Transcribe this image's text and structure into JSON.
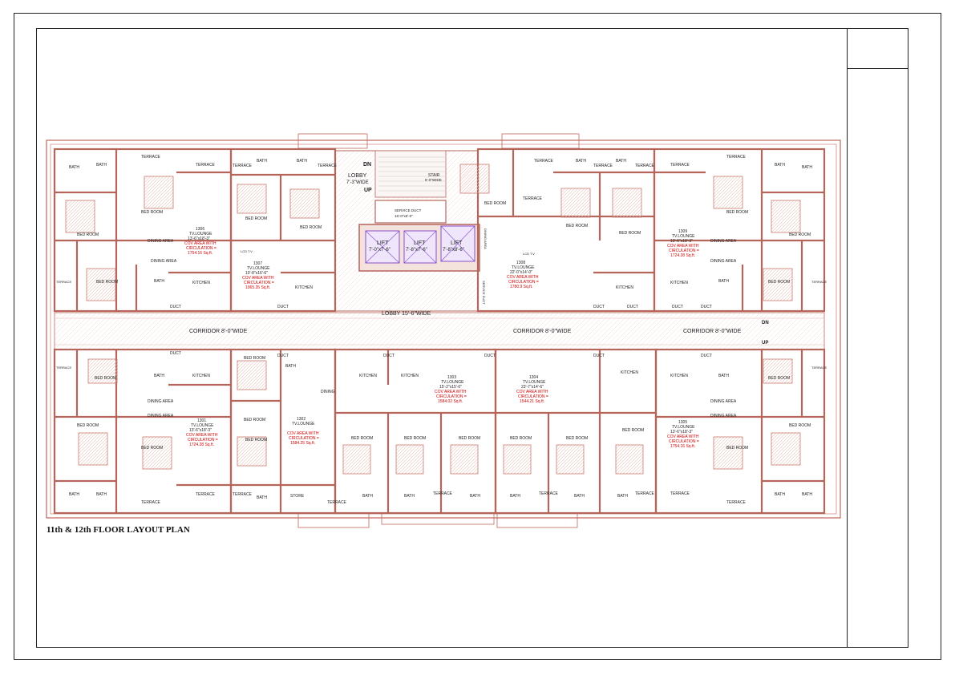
{
  "drawing": {
    "title": "11th & 12th FLOOR LAYOUT PLAN"
  },
  "colors": {
    "wall": "#b5655a",
    "wall_fill": "#d89a8d",
    "furniture": "#c97a6e",
    "red_text": "#d40000",
    "lift_glass": "#8a4fd0",
    "dark_text": "#222222",
    "corridor_line": "#e4b7ad"
  },
  "common": {
    "lobby_top": "LOBBY",
    "lobby_top_width": "7'-3\"WIDE",
    "dn": "DN",
    "up": "UP",
    "stair": "STAIR",
    "stair_size": "5'-0\"WIDE",
    "service_duct": "SERVICE DUCT",
    "service_duct_size": "16'-0\"x5'-0\"",
    "lift_label": "LIFT",
    "lift_1_size": "7'-0\"x7'-6\"",
    "lift_2_size": "7'-8\"x7'-6\"",
    "lift_3_size": "7'-8\"x8'-6\"",
    "lobby_main": "LOBBY 15'-6\"WIDE",
    "corridor_left": "CORRIDOR 8'-0\"WIDE",
    "corridor_mid": "CORRIDOR 8'-0\"WIDE",
    "corridor_right": "CORRIDOR 8'-0\"WIDE",
    "dn_right": "DN",
    "up_right": "UP",
    "dining_area_vertical": "DINING AREA",
    "service_duct_vertical": "SERVICE DUCT"
  },
  "units": [
    {
      "id": "1306",
      "lounge": "TV.LOUNGE",
      "lounge_size": "13'-6\"x18'-3\"",
      "area_title": "COV AREA WITH",
      "area_sub": "CIRCULATION =",
      "area": "1754.16 Sq.ft."
    },
    {
      "id": "1307",
      "lounge": "TV.LOUNGE",
      "lounge_size": "10'-8\"x16'-6\"",
      "area_title": "COV AREA WITH",
      "area_sub": "CIRCULATION =",
      "area": "1065.35 Sq.ft."
    },
    {
      "id": "1308",
      "lounge": "TV.LOUNGE",
      "lounge_size": "22'-0\"x14'-0\"",
      "area_title": "COV AREA WITH",
      "area_sub": "CIRCULATION =",
      "area": "1780.9 Sq.ft."
    },
    {
      "id": "1309",
      "lounge": "TV.LOUNGE",
      "lounge_size": "13'-6\"x18'-3\"",
      "area_title": "COV AREA WITH",
      "area_sub": "CIRCULATION =",
      "area": "1724.28 Sq.ft."
    },
    {
      "id": "1301",
      "lounge": "TV.LOUNGE",
      "lounge_size": "13'-6\"x18'-3\"",
      "area_title": "COV AREA WITH",
      "area_sub": "CIRCULATION =",
      "area": "1724.28 Sq.ft."
    },
    {
      "id": "1302",
      "lounge": "TV.LOUNGE",
      "lounge_size": "",
      "area_title": "COV AREA WITH",
      "area_sub": "CIRCULATION =",
      "area": "1584.25 Sq.ft."
    },
    {
      "id": "1303",
      "lounge": "TV.LOUNGE",
      "lounge_size": "15'-2\"x15'-0\"",
      "area_title": "COV AREA WITH",
      "area_sub": "CIRCULATION =",
      "area": "1584.02 Sq.ft."
    },
    {
      "id": "1304",
      "lounge": "TV.LOUNGE",
      "lounge_size": "23'-7\"x14'-6\"",
      "area_title": "COV AREA WITH",
      "area_sub": "CIRCULATION =",
      "area": "1544.21 Sq.ft."
    },
    {
      "id": "1305",
      "lounge": "TV.LOUNGE",
      "lounge_size": "13'-6\"x18'-3\"",
      "area_title": "COV AREA WITH",
      "area_sub": "CIRCULATION =",
      "area": "1754.16 Sq.ft."
    }
  ],
  "rooms": {
    "terrace": "TERRACE",
    "bath": "BATH",
    "bed_room": "BED ROOM",
    "dining_area": "DINING AREA",
    "dining": "DINING",
    "kitchen": "KITCHEN",
    "duct": "DUCT",
    "store": "STORE",
    "lcd": "LCD T.V"
  }
}
